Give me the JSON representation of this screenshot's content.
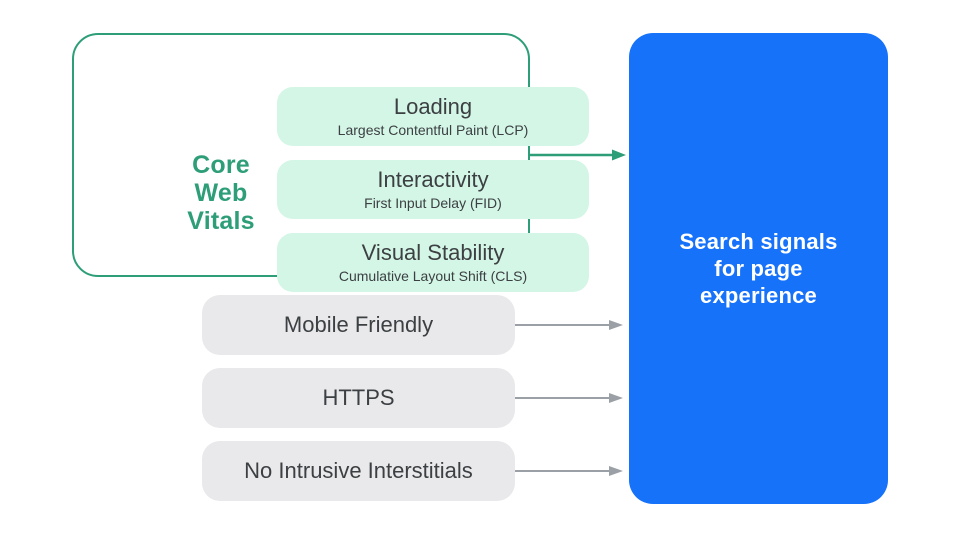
{
  "colors": {
    "accent_green": "#2d9e77",
    "light_green_fill": "#d4f6e6",
    "gray_fill": "#e9e9eb",
    "blue_fill": "#1772fa",
    "dark_text": "#3c4043",
    "arrow_gray": "#9aa0a6",
    "white_text": "#ffffff",
    "background": "#ffffff"
  },
  "core_web_vitals": {
    "label": "Core Web Vitals",
    "items": [
      {
        "title": "Loading",
        "subtitle": "Largest Contentful Paint (LCP)"
      },
      {
        "title": "Interactivity",
        "subtitle": "First Input Delay (FID)"
      },
      {
        "title": "Visual Stability",
        "subtitle": "Cumulative Layout Shift (CLS)"
      }
    ]
  },
  "other_signals": [
    {
      "label": "Mobile Friendly"
    },
    {
      "label": "HTTPS"
    },
    {
      "label": "No Intrusive Interstitials"
    }
  ],
  "result_box": {
    "label": "Search signals for page experience"
  },
  "icons": {
    "green_arrow": "right-arrow-icon",
    "gray_arrow": "right-arrow-icon"
  }
}
